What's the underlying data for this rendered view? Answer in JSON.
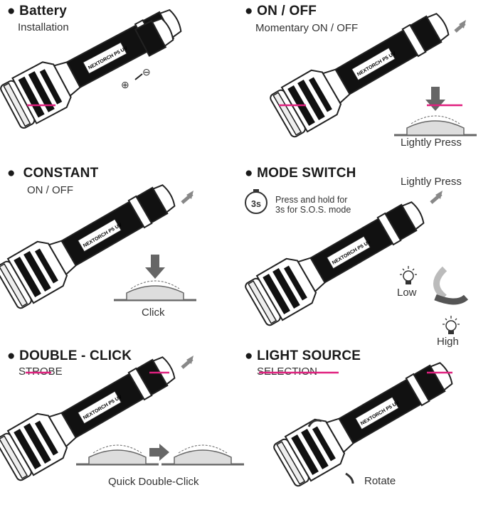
{
  "sections": {
    "battery": {
      "title": "Battery",
      "subtitle": "Installation",
      "polarity_plus": "⊕",
      "polarity_minus": "⊖"
    },
    "onoff": {
      "title": "ON / OFF",
      "subtitle": "Momentary ON / OFF",
      "caption": "Lightly Press"
    },
    "constant": {
      "title": "CONSTANT",
      "subtitle": "ON / OFF",
      "caption": "Click"
    },
    "mode": {
      "title": "MODE SWITCH",
      "caption": "Lightly Press",
      "timer": "3s",
      "sos_line1": "Press and hold for",
      "sos_line2": "3s for S.O.S. mode",
      "low": "Low",
      "high": "High"
    },
    "double": {
      "title": "DOUBLE - CLICK",
      "subtitle": "STROBE",
      "caption": "Quick Double-Click"
    },
    "light": {
      "title": "LIGHT SOURCE",
      "subtitle": "SELECTION",
      "caption": "Rotate"
    }
  },
  "brand_text": "NEXTORCH",
  "model_text": "P5 UV",
  "accent_color": "#e0207f"
}
